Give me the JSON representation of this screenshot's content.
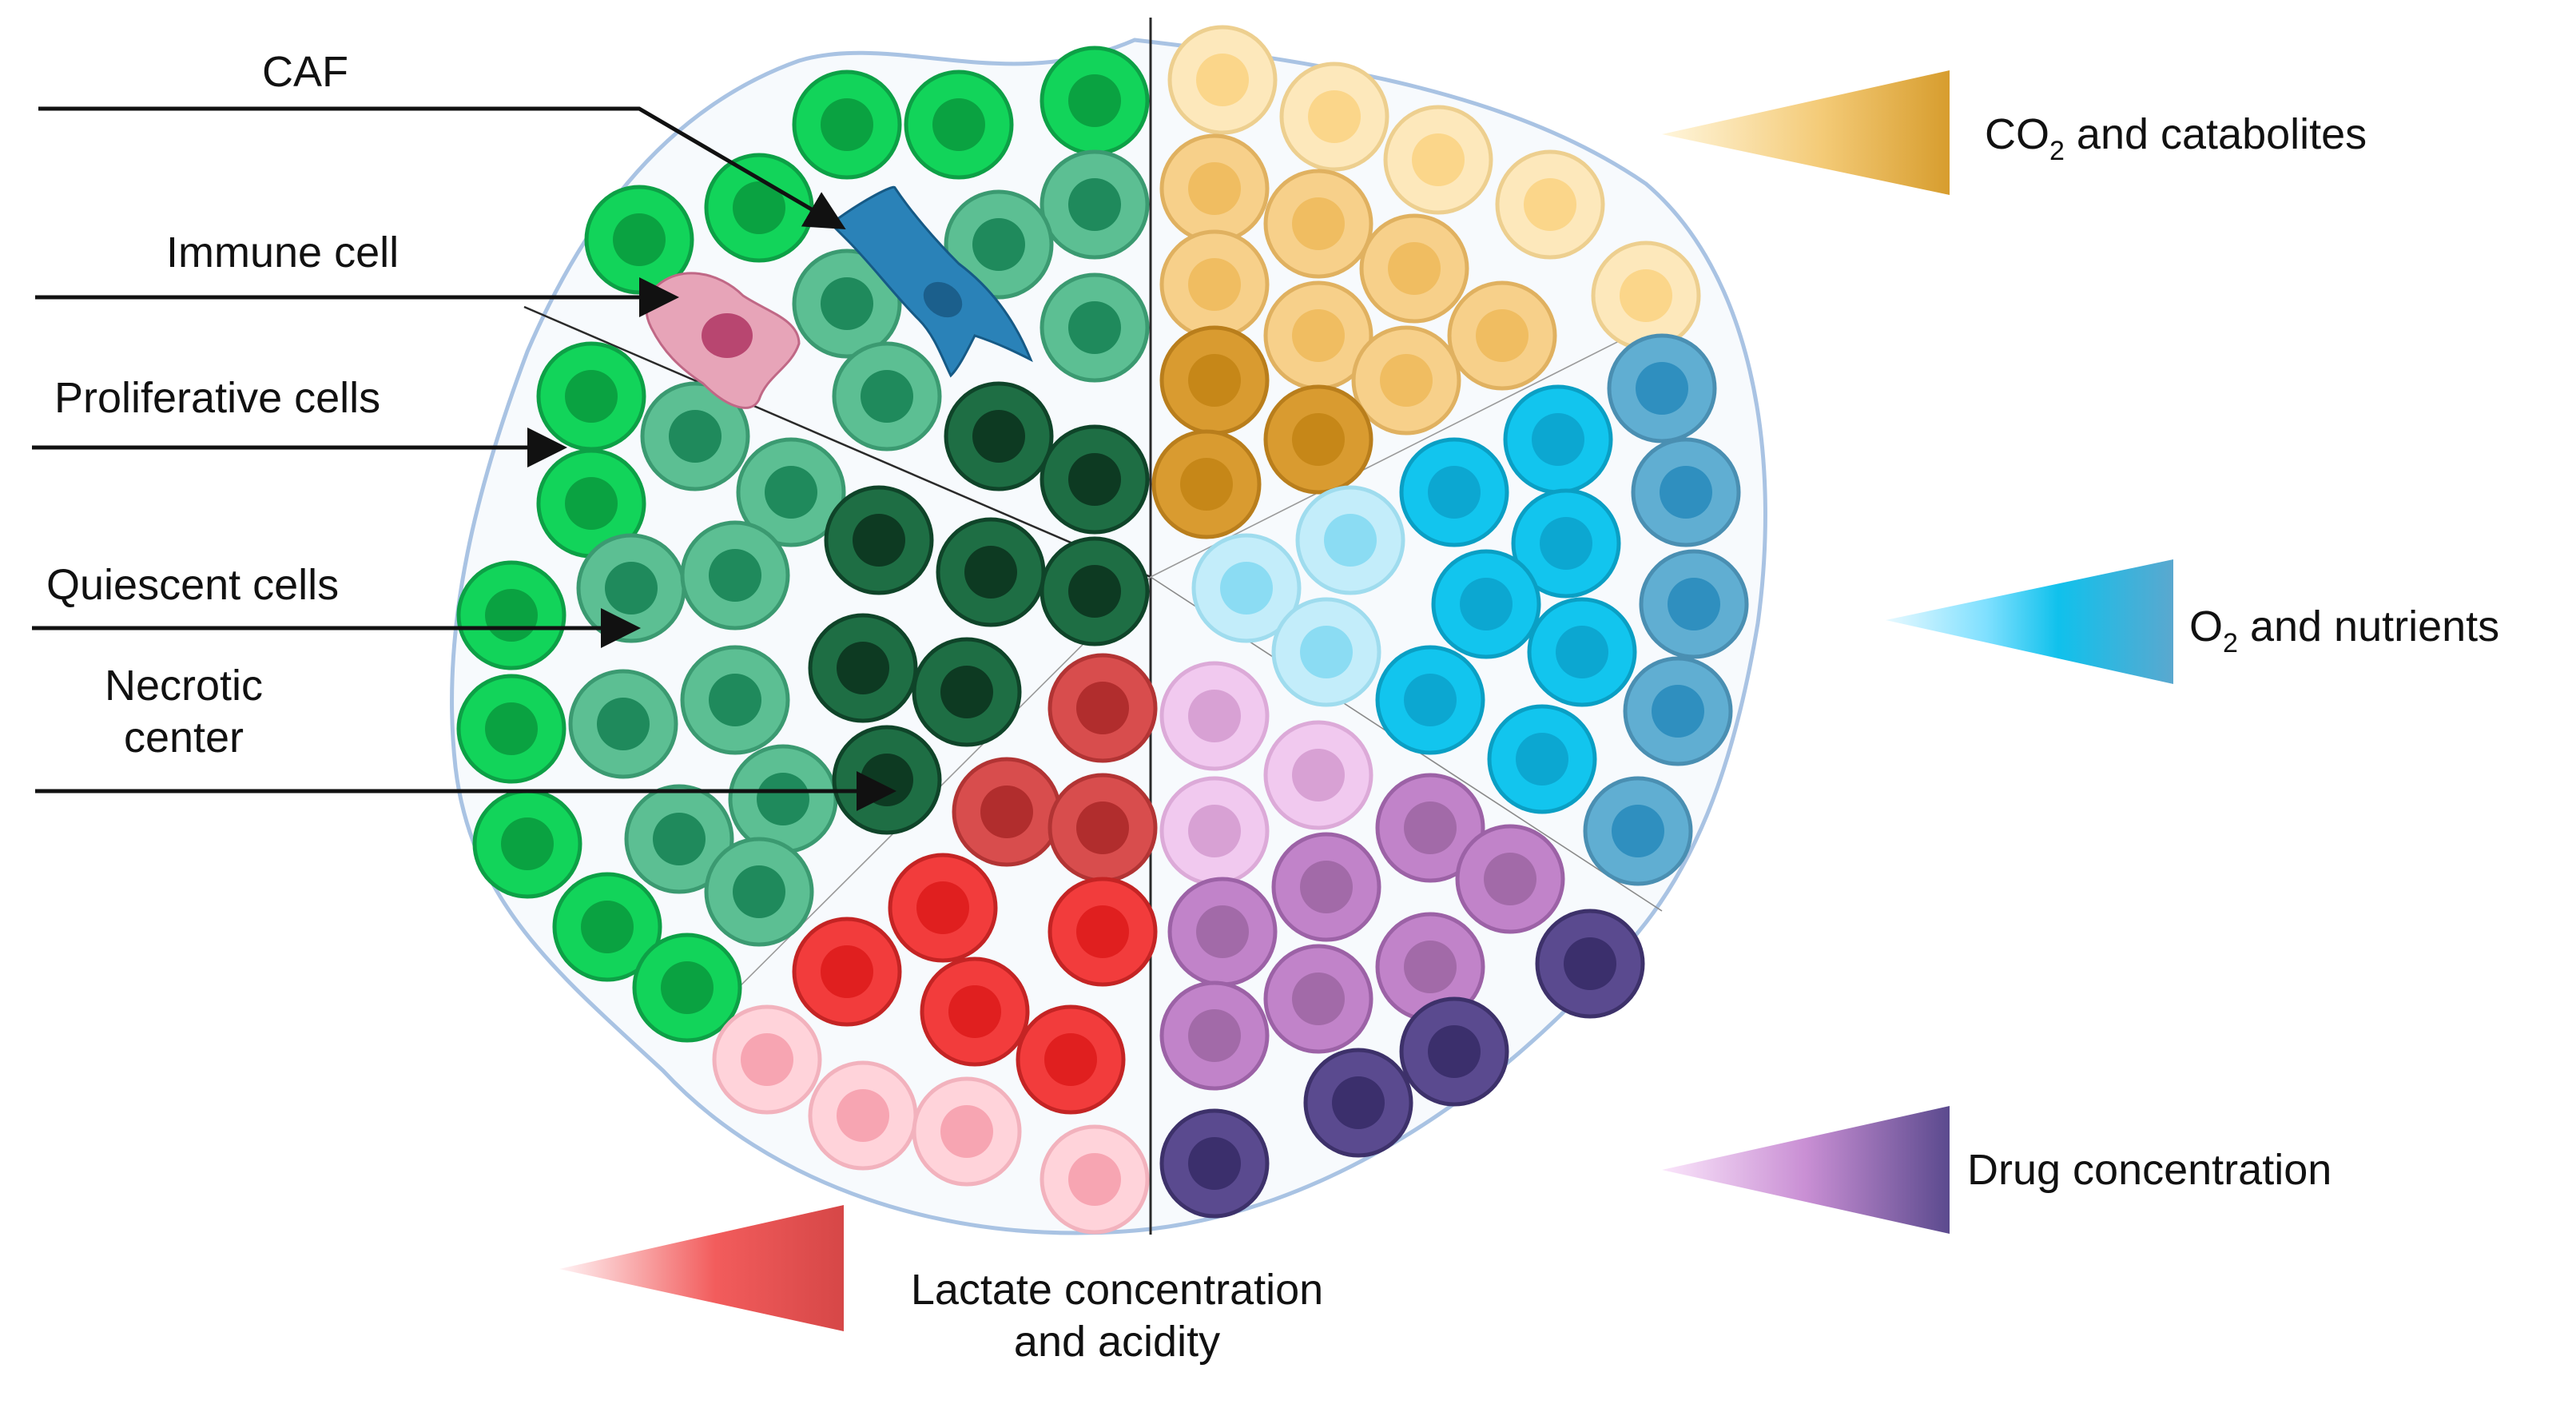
{
  "labels": {
    "caf": "CAF",
    "immune_cell": "Immune cell",
    "proliferative_cells": "Proliferative cells",
    "quiescent_cells": "Quiescent cells",
    "necrotic_line1": "Necrotic",
    "necrotic_line2": "center"
  },
  "gradients": {
    "co2": {
      "prefix": "CO",
      "sub": "2",
      "suffix": " and catabolites"
    },
    "o2": {
      "prefix": "O",
      "sub": "2",
      "suffix": " and nutrients"
    },
    "drug": {
      "text": "Drug concentration"
    },
    "lactate": {
      "line1": "Lactate concentration",
      "line2": "and acidity"
    }
  },
  "colors": {
    "proliferative": "#12d45a",
    "quiescent": "#5cbf93",
    "necrotic": "#1a5e3a",
    "co2_high": "#d39a2a",
    "co2_low": "#fde7b6",
    "o2_high": "#12c3ea",
    "o2_low": "#bfefff",
    "drug_high": "#5a4a8e",
    "drug_low": "#f1d2f2",
    "lactate_high": "#ec3a3a",
    "lactate_low": "#ffd9df",
    "immune": "#d8738e",
    "caf": "#2a7fb5",
    "spheroid_border": "#a9c3e3",
    "spheroid_fill": "#f7fafd"
  }
}
